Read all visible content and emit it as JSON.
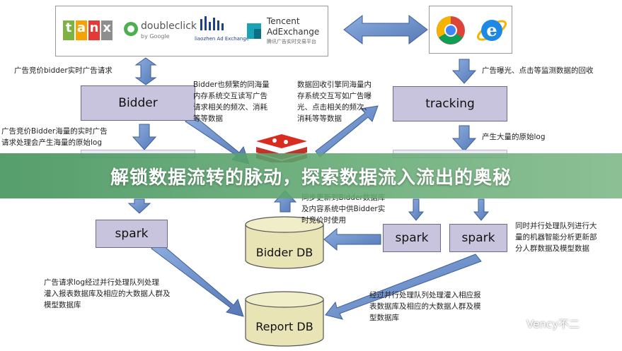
{
  "banner": {
    "title": "解锁数据流转的脉动，探索数据流入流出的奥秘"
  },
  "logos_left": {
    "tanx": "tanx",
    "doubleclick": "doubleclick",
    "doubleclick_sub": "by Google",
    "liaozhen": "liaozhen Ad Exchange",
    "tencent_line1": "Tencent",
    "tencent_line2": "AdExchange",
    "tencent_sub": "腾讯广告实时交易平台"
  },
  "boxes": {
    "bidder": "Bidder",
    "tracking": "tracking",
    "spark_left": "spark",
    "spark_mid": "spark",
    "spark_right": "spark"
  },
  "databases": {
    "bidder_db": "Bidder DB",
    "report_db": "Report DB"
  },
  "labels": {
    "l1": "广告竞价bidder实时广告请求",
    "l2_1": "Bidder也频繁的同海量",
    "l2_2": "内存系统交互读写广告",
    "l2_3": "请求相关的频次、消耗",
    "l2_4": "等等数据",
    "l3_1": "数据回收引擎同海量内",
    "l3_2": "存系统交互写如广告曝",
    "l3_3": "光、点击相关的频次、",
    "l3_4": "消耗等等数据",
    "l4": "广告曝光、点击等监测数据的回收",
    "l5_1": "广告竞价Bidder海量的实时广告",
    "l5_2": "请求处理会产生海量的原始log",
    "l6": "产生大量的原始log",
    "l7_1": "同步更新到Bidder数据库",
    "l7_2": "及内容系统中供Bidder实",
    "l7_3": "时竞价时使用",
    "l8_1": "同时并行处理队列进行大",
    "l8_2": "量的机器智能分析更新部",
    "l8_3": "分人群数据及模型数据",
    "l9_1": "广告请求log经过并行处理队列处理",
    "l9_2": "灌入报表数据库及相应的大数据人群及",
    "l9_3": "模型数据库",
    "l10_1": "经过并行处理队列处理灌入相应报",
    "l10_2": "表数据库及相应的大数据人群及模",
    "l10_3": "型数据库"
  },
  "watermark": "Vency不二",
  "colors": {
    "arrow_fill": "#6c8fc9",
    "arrow_stroke": "#3d5f9a",
    "box_fill": "#c8c4de",
    "cylinder": "#ece9b4",
    "banner": "#4f9e64"
  }
}
